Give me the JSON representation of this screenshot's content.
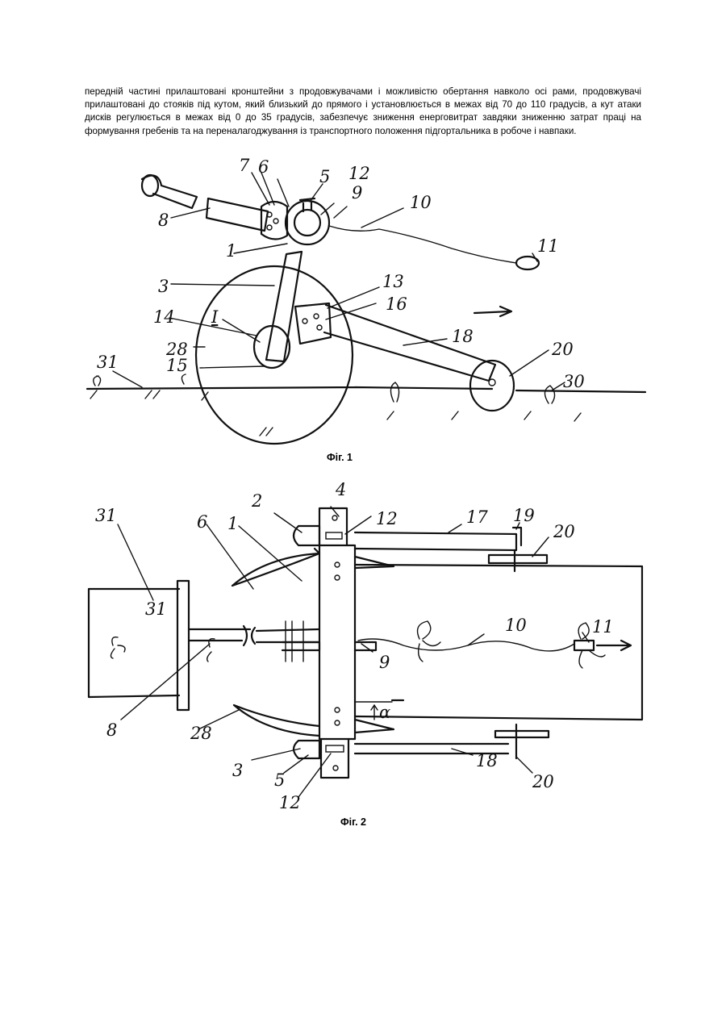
{
  "body_text": "передній частині прилаштовані кронштейни з продовжувачами і можливістю обертання навколо осі рами, продовжувачі прилаштовані до стояків під кутом, який близький до прямого і установлюється в межах від 70 до 110 градусів, а кут атаки дисків регулюється в межах від 0 до 35 градусів, забезпечує зниження енерговитрат завдяки зниженню затрат праці на формування гребенів та на переналагоджування із транспортного положення підгортальника в робоче і навпаки.",
  "figure1": {
    "caption": "Фіг. 1",
    "labels": [
      "7",
      "6",
      "5",
      "12",
      "9",
      "10",
      "8",
      "1",
      "11",
      "3",
      "13",
      "14",
      "I",
      "16",
      "18",
      "28",
      "20",
      "31",
      "15",
      "30"
    ]
  },
  "figure2": {
    "caption": "Фіг. 2",
    "labels": [
      "31",
      "2",
      "4",
      "12",
      "17",
      "19",
      "6",
      "1",
      "20",
      "10",
      "11",
      "9",
      "8",
      "α",
      "28",
      "3",
      "5",
      "18",
      "20",
      "12"
    ]
  }
}
